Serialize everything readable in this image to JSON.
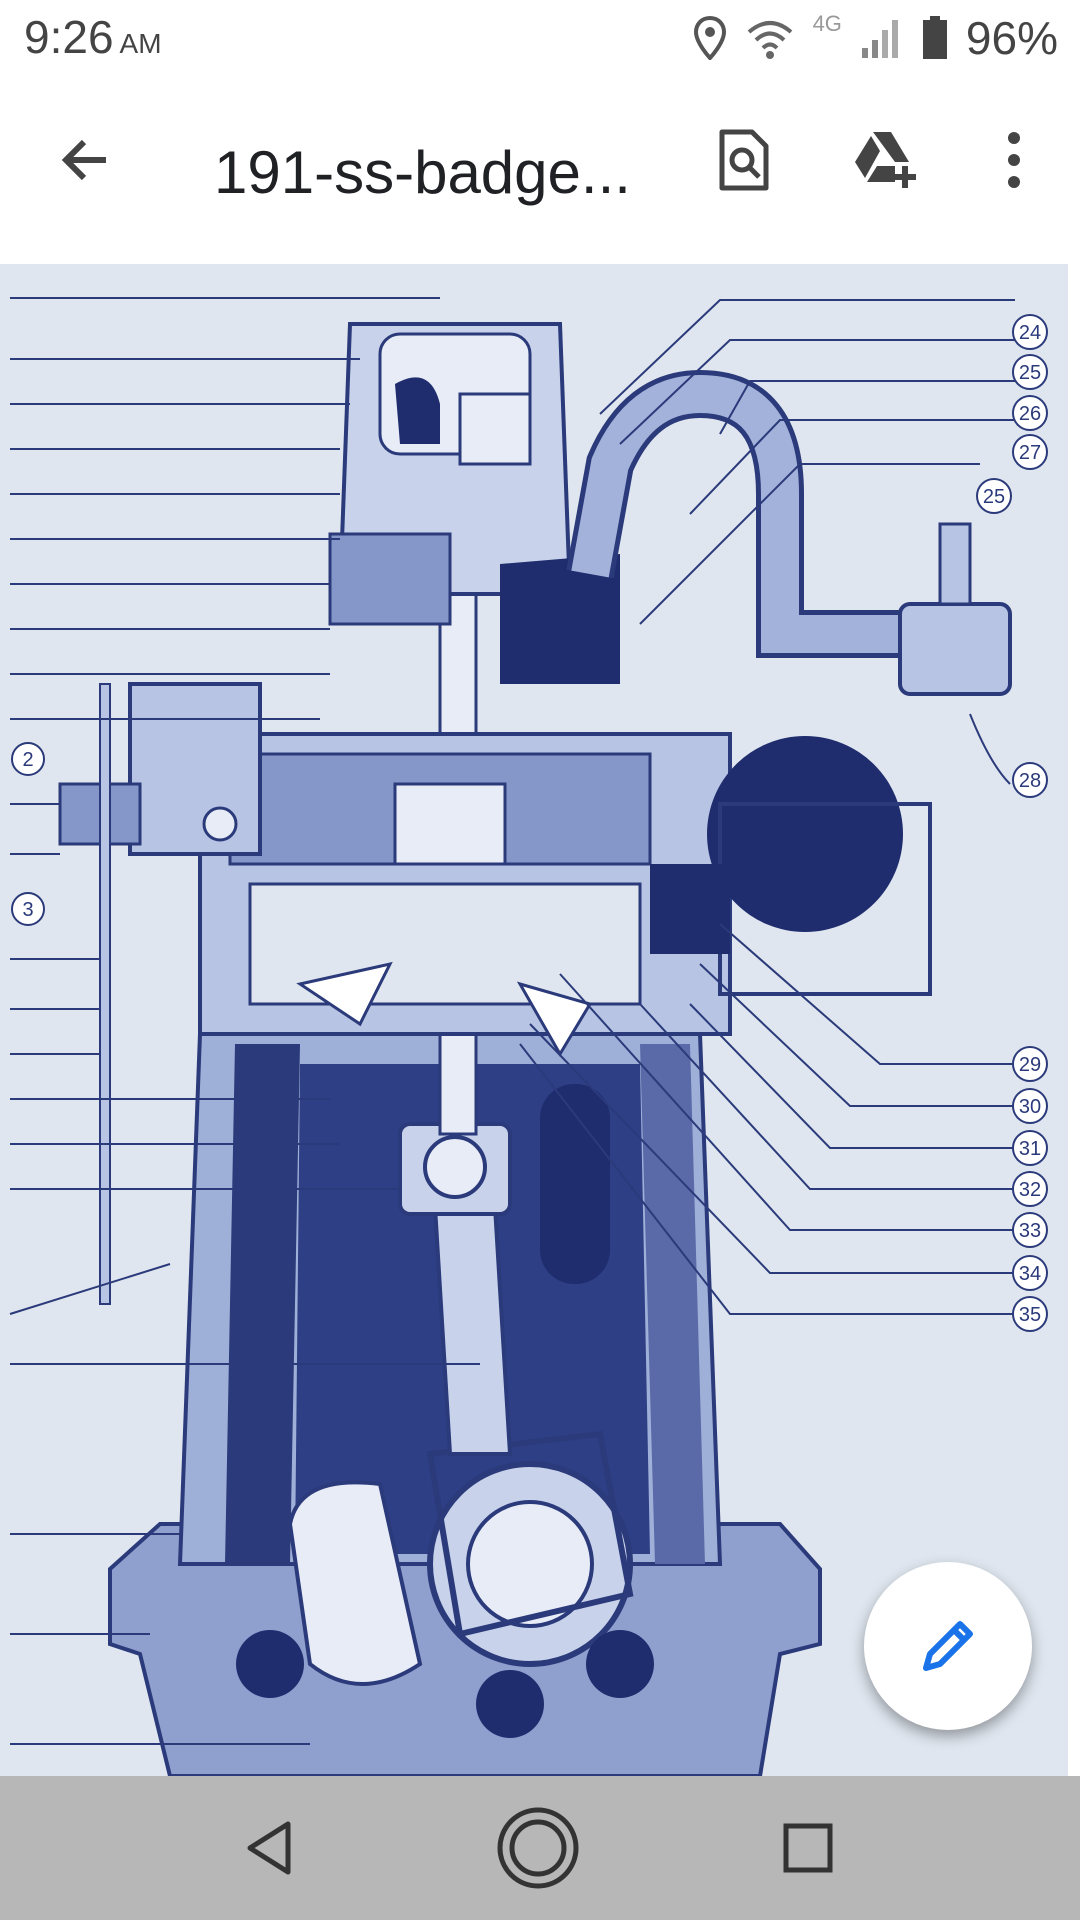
{
  "status_bar": {
    "time": "9:26",
    "ampm": "AM",
    "network": "4G",
    "battery": "96%"
  },
  "app_bar": {
    "title": "191-ss-badge...",
    "icons": [
      "back-arrow-icon",
      "find-in-page-icon",
      "add-to-drive-icon",
      "more-vert-icon"
    ]
  },
  "diagram": {
    "callouts_left": [
      "2",
      "3"
    ],
    "callouts_right": [
      "24",
      "25",
      "26",
      "27",
      "25",
      "28",
      "29",
      "30",
      "31",
      "32",
      "33",
      "34",
      "35"
    ]
  },
  "fab": {
    "icon": "edit-pencil-icon"
  },
  "nav": {
    "icons": [
      "nav-back-icon",
      "nav-home-icon",
      "nav-recents-icon"
    ]
  },
  "colors": {
    "accent": "#1a73e8",
    "diagram_bg": "#dfe6ef",
    "diagram_ink": "#2b3a7a"
  }
}
